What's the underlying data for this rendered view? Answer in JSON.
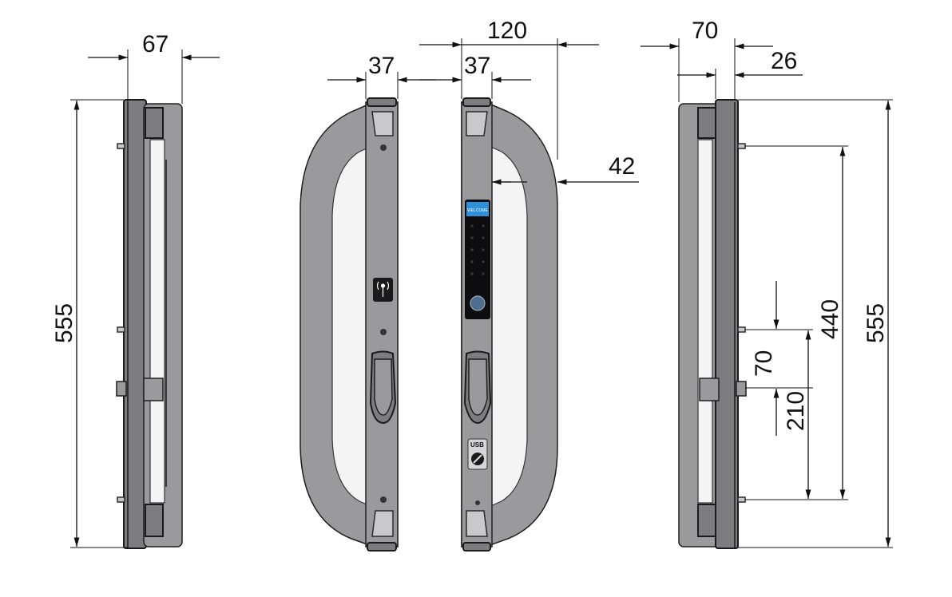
{
  "dimensions": {
    "left_view_width": "67",
    "left_view_height": "555",
    "front_a_width": "37",
    "front_b_width": "37",
    "overall_depth": "120",
    "grip_offset": "42",
    "right_view_width": "70",
    "right_view_inner": "26",
    "right_view_height": "555",
    "bolt_spacing": "440",
    "segment_70": "70",
    "segment_210": "210"
  },
  "keypad": {
    "screen_text": "WELCOME",
    "usb_label": "USB"
  },
  "colors": {
    "body": "#8a8a8d",
    "frame": "#1a1a1a",
    "screen": "#2f8fd8",
    "keypad": "#0d0d0f"
  }
}
